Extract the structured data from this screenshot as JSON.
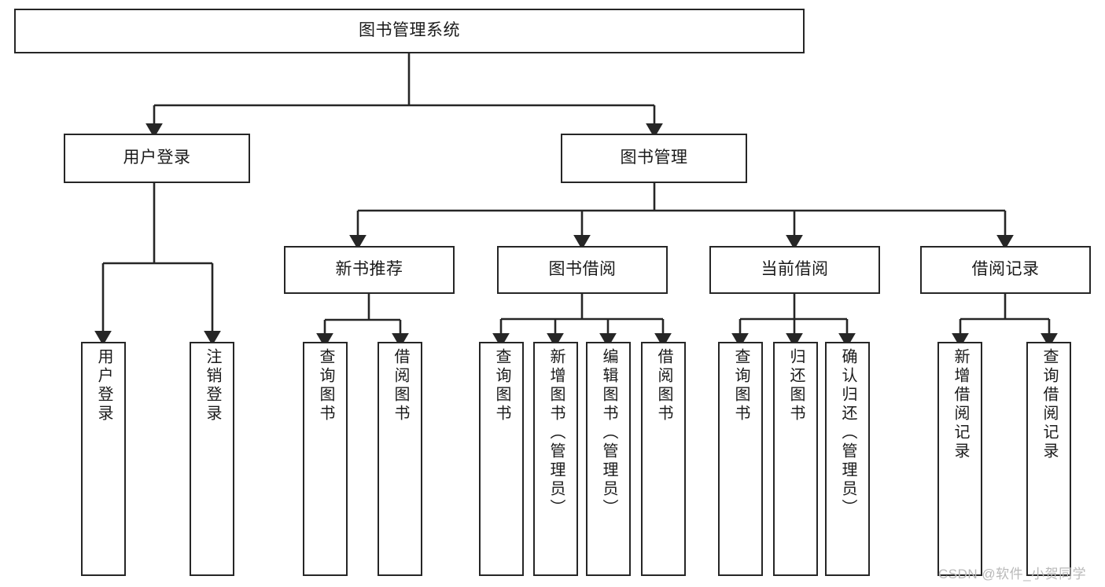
{
  "diagram": {
    "title": "图书管理系统",
    "type": "tree-hierarchy-diagram",
    "style": {
      "background": "#ffffff",
      "box_border": "#262626",
      "box_fill": "#ffffff",
      "connector": "#262626",
      "text": "#1a1a1a",
      "watermark": "#b9b9b9"
    },
    "watermark": "CSDN @软件_小贺同学",
    "levels": {
      "level0": [
        {
          "id": "root",
          "label": "图书管理系统",
          "orientation": "horizontal"
        }
      ],
      "level1": [
        {
          "id": "user-login",
          "label": "用户登录",
          "orientation": "horizontal"
        },
        {
          "id": "book-manage",
          "label": "图书管理",
          "orientation": "horizontal"
        }
      ],
      "level2": [
        {
          "id": "new-book-rec",
          "label": "新书推荐",
          "orientation": "horizontal",
          "parent": "book-manage"
        },
        {
          "id": "book-borrow",
          "label": "图书借阅",
          "orientation": "horizontal",
          "parent": "book-manage"
        },
        {
          "id": "current-borrow",
          "label": "当前借阅",
          "orientation": "horizontal",
          "parent": "book-manage"
        },
        {
          "id": "borrow-record",
          "label": "借阅记录",
          "orientation": "horizontal",
          "parent": "book-manage"
        }
      ],
      "level3": [
        {
          "id": "leaf-user-login",
          "label": "用户登录",
          "orientation": "vertical",
          "parent": "user-login"
        },
        {
          "id": "leaf-logout",
          "label": "注销登录",
          "orientation": "vertical",
          "parent": "user-login"
        },
        {
          "id": "leaf-query-book-1",
          "label": "查询图书",
          "orientation": "vertical",
          "parent": "new-book-rec"
        },
        {
          "id": "leaf-borrow-book-1",
          "label": "借阅图书",
          "orientation": "vertical",
          "parent": "new-book-rec"
        },
        {
          "id": "leaf-query-book-2",
          "label": "查询图书",
          "orientation": "vertical",
          "parent": "book-borrow"
        },
        {
          "id": "leaf-add-book",
          "label": "新增图书（管理员）",
          "orientation": "vertical",
          "parent": "book-borrow"
        },
        {
          "id": "leaf-edit-book",
          "label": "编辑图书（管理员）",
          "orientation": "vertical",
          "parent": "book-borrow"
        },
        {
          "id": "leaf-borrow-book-2",
          "label": "借阅图书",
          "orientation": "vertical",
          "parent": "book-borrow"
        },
        {
          "id": "leaf-query-book-3",
          "label": "查询图书",
          "orientation": "vertical",
          "parent": "current-borrow"
        },
        {
          "id": "leaf-return-book",
          "label": "归还图书",
          "orientation": "vertical",
          "parent": "current-borrow"
        },
        {
          "id": "leaf-confirm-return",
          "label": "确认归还（管理员）",
          "orientation": "vertical",
          "parent": "current-borrow"
        },
        {
          "id": "leaf-add-record",
          "label": "新增借阅记录",
          "orientation": "vertical",
          "parent": "borrow-record"
        },
        {
          "id": "leaf-query-record",
          "label": "查询借阅记录",
          "orientation": "vertical",
          "parent": "borrow-record"
        }
      ]
    }
  }
}
